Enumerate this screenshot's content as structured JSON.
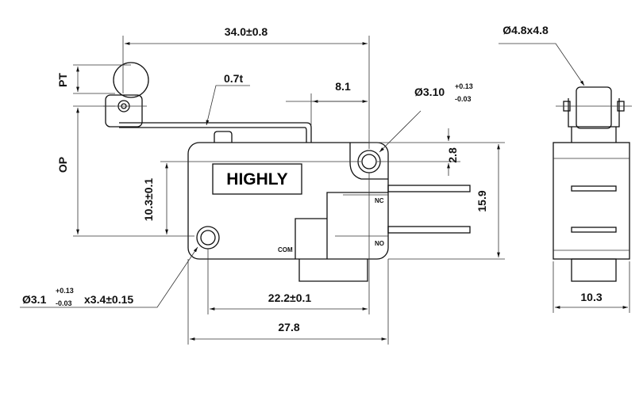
{
  "brand": "HIGHLY",
  "side_view": {
    "overall_length": "34.0±0.8",
    "lever_thickness": "0.7t",
    "pt_label": "PT",
    "op_label": "OP",
    "hole_offset": "8.1",
    "hole_dia_main": "Ø3.10",
    "hole_dia_tol_plus": "+0.13",
    "hole_dia_tol_minus": "-0.03",
    "hole_vertical_offset": "2.8",
    "terminal_height": "15.9",
    "hole_height": "10.3±0.1",
    "hole_spacing": "22.2±0.1",
    "body_length": "27.8",
    "mount_hole_main": "Ø3.1",
    "mount_hole_tol_plus": "+0.13",
    "mount_hole_tol_minus": "-0.03",
    "mount_hole_depth": "x3.4±0.15",
    "terminal_nc": "NC",
    "terminal_no": "NO",
    "terminal_com": "COM"
  },
  "end_view": {
    "roller_size": "Ø4.8x4.8",
    "body_width": "10.3"
  }
}
